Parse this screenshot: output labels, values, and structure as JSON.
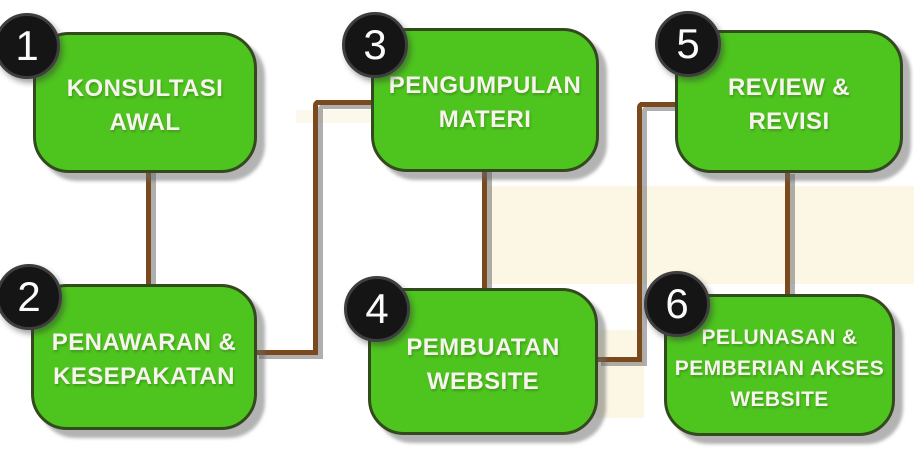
{
  "diagram": {
    "steps": [
      {
        "number": "1",
        "label": "KONSULTASI\nAWAL"
      },
      {
        "number": "2",
        "label": "PENAWARAN &\nKESEPAKATAN"
      },
      {
        "number": "3",
        "label": "PENGUMPULAN\nMATERI"
      },
      {
        "number": "4",
        "label": "PEMBUATAN\nWEBSITE"
      },
      {
        "number": "5",
        "label": "REVIEW &\nREVISI"
      },
      {
        "number": "6",
        "label": "PELUNASAN &\nPEMBERIAN AKSES\nWEBSITE"
      }
    ],
    "colors": {
      "box_fill": "#4EC51F",
      "box_border": "#33491E",
      "connector_line": "#7A4A1E",
      "number_circle_fill": "#151515",
      "number_circle_ring": "#3E3E3E",
      "label_text": "#F6F4ED",
      "background": "#FFFFFF",
      "background_tint": "#FBF7E4"
    }
  }
}
